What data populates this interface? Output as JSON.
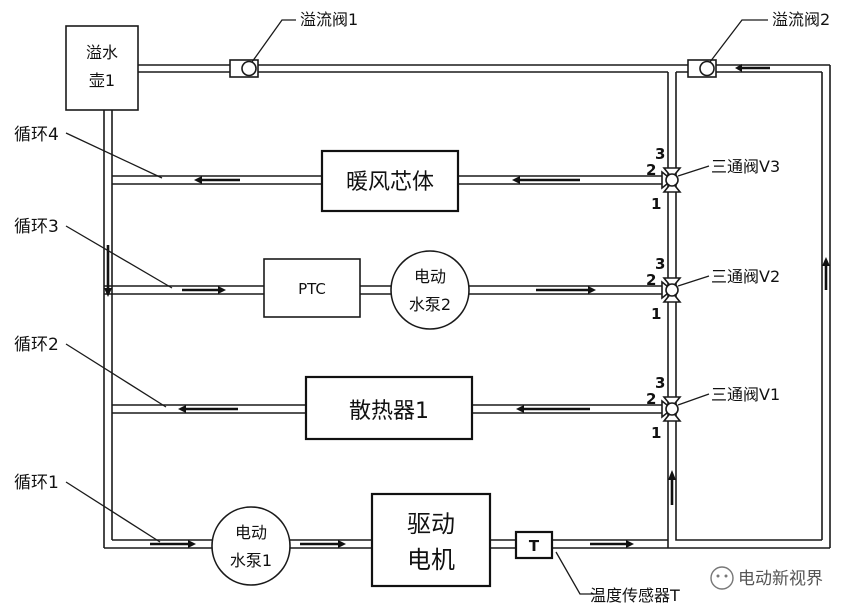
{
  "components": {
    "tank": {
      "line1": "溢水",
      "line2": "壶1"
    },
    "heater_core": "暖风芯体",
    "ptc": "PTC",
    "pump2": {
      "line1": "电动",
      "line2": "水泵2"
    },
    "radiator": "散热器1",
    "pump1": {
      "line1": "电动",
      "line2": "水泵1"
    },
    "motor": {
      "line1": "驱动",
      "line2": "电机"
    },
    "temp_box": "T"
  },
  "labels": {
    "overflow1": "溢流阀1",
    "overflow2": "溢流阀2",
    "loop4": "循环4",
    "loop3": "循环3",
    "loop2": "循环2",
    "loop1": "循环1",
    "valve_v3": "三通阀V3",
    "valve_v2": "三通阀V2",
    "valve_v1": "三通阀V1",
    "temp_sensor": "温度传感器T"
  },
  "ports": {
    "p1": "1",
    "p2": "2",
    "p3": "3"
  },
  "watermark": "电动新视界"
}
